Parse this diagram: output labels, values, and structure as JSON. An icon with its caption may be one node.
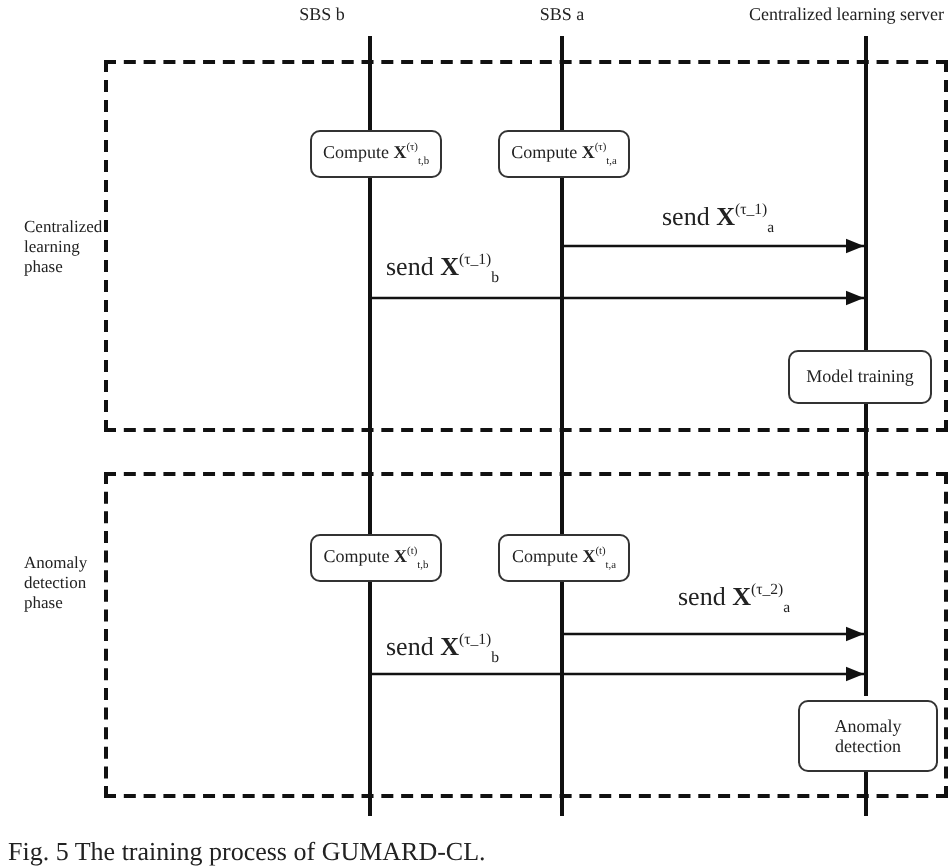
{
  "diagram": {
    "caption": "Fig. 5   The training process of GUMARD-CL.",
    "nodes": [
      {
        "text": [],
        "shape": "line",
        "beside": [
          "SBS b"
        ]
      },
      {
        "text": [],
        "shape": "line",
        "beside": [
          "SBS a"
        ]
      },
      {
        "text": [],
        "shape": "line",
        "beside": [
          "Centralized learning server"
        ]
      },
      {
        "text": [
          "Centralized learning phase"
        ]
      },
      {
        "text": [
          "Compute **X**$^{(τ)}$$_{t,b}$"
        ],
        "in": 3
      },
      {
        "text": [
          "Compute **X**$^{(τ)}$$_{t,a}$"
        ],
        "in": 3
      },
      {
        "text": [
          "Model training"
        ],
        "in": 3
      },
      {
        "text": [
          "Anomaly detection phase"
        ]
      },
      {
        "text": [
          "Compute **X**$^{(t)}$$_{t,b}$"
        ],
        "in": 7
      },
      {
        "text": [
          "Compute **X**$^{(t)}$$_{t,a}$"
        ],
        "in": 7
      },
      {
        "text": [
          "Anomaly detection"
        ],
        "in": 7
      }
    ],
    "edges": [
      {
        "from": 1,
        "to": 2,
        "arrow": "to",
        "label": "send   **X**$^{(τ_1)}$$_{a}$"
      },
      {
        "from": 0,
        "to": 2,
        "arrow": "to",
        "label": "send   **X**$^{(τ_1)}$$_{b}$"
      },
      {
        "from": 1,
        "to": 2,
        "arrow": "to",
        "label": "send   **X**$^{(τ_2)}$$_{a}$"
      },
      {
        "from": 0,
        "to": 2,
        "arrow": "to",
        "label": "send   **X**$^{(τ_1)}$$_{b}$"
      }
    ]
  }
}
